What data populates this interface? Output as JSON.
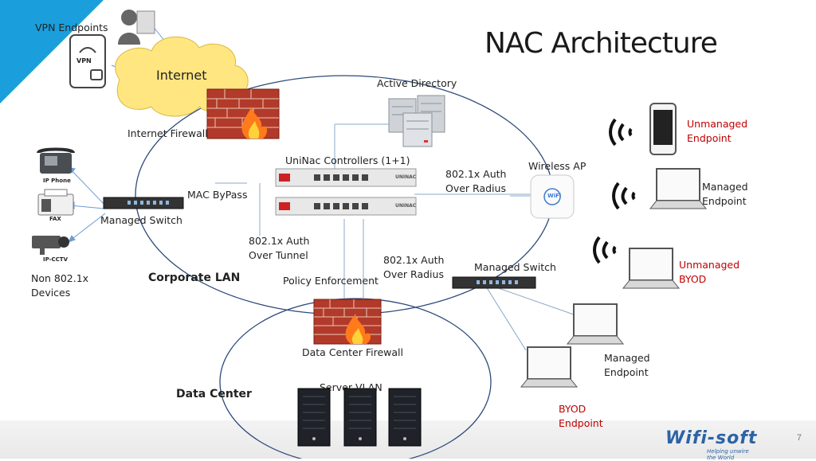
{
  "slide": {
    "title": "NAC Architecture",
    "page_number": "7"
  },
  "labels": {
    "vpn_endpoints": "VPN Endpoints",
    "internet": "Internet",
    "active_directory": "Active Directory",
    "internet_firewall": "Internet Firewall",
    "uninac_controllers": "UniNac Controllers (1+1)",
    "auth_radius_top_1": "802.1x Auth",
    "auth_radius_top_2": "Over Radius",
    "wireless_ap": "Wireless AP",
    "mac_bypass": "MAC ByPass",
    "managed_switch_left": "Managed Switch",
    "auth_tunnel_1": "802.1x Auth",
    "auth_tunnel_2": "Over Tunnel",
    "auth_radius_mid_1": "802.1x Auth",
    "auth_radius_mid_2": "Over Radius",
    "managed_switch_right": "Managed Switch",
    "policy_enforcement": "Policy Enforcement",
    "corporate_lan": "Corporate LAN",
    "non_8021x_1": "Non  802.1x",
    "non_8021x_2": "Devices",
    "data_center_firewall": "Data Center Firewall",
    "server_vlan": "Server VLAN",
    "data_center": "Data Center",
    "unmanaged_endpoint_1": "Unmanaged",
    "unmanaged_endpoint_2": "Endpoint",
    "managed_endpoint_top_1": "Managed",
    "managed_endpoint_top_2": "Endpoint",
    "unmanaged_byod_1": "Unmanaged",
    "unmanaged_byod_2": "BYOD",
    "managed_endpoint_bottom_1": "Managed",
    "managed_endpoint_bottom_2": "Endpoint",
    "byod_endpoint_1": "BYOD",
    "byod_endpoint_2": "Endpoint"
  },
  "device_tags": {
    "ip_phone": "IP Phone",
    "fax": "FAX",
    "ip_cctv": "IP-CCTV",
    "vpn": "VPN",
    "wifi": "WiFi",
    "controller_brand": "UNINAC"
  },
  "logo": {
    "name": "Wifi-soft",
    "tagline": "Helping unwire the World"
  },
  "colors": {
    "accent_blue": "#1a9fdc",
    "red_text": "#c00000",
    "ellipse_stroke": "#2e4a7a",
    "cloud_fill": "#ffe680"
  }
}
